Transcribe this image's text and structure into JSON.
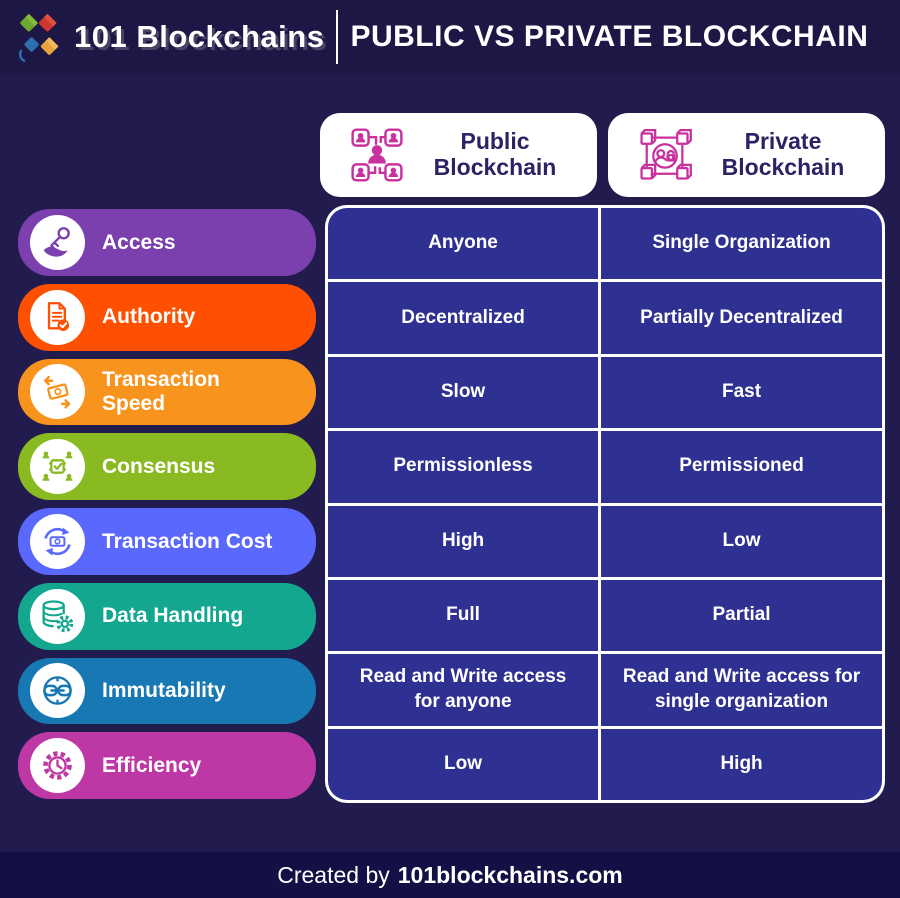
{
  "header": {
    "brand": "101 Blockchains",
    "title": "PUBLIC VS PRIVATE BLOCKCHAIN"
  },
  "columns": {
    "public": {
      "title": "Public Blockchain",
      "icon": "public-network-icon"
    },
    "private": {
      "title": "Private Blockchain",
      "icon": "private-network-lock-icon"
    }
  },
  "rows": [
    {
      "label": "Access",
      "icon": "key-in-hand-icon",
      "color": "#7b3fae",
      "public": "Anyone",
      "private": "Single Organization"
    },
    {
      "label": "Authority",
      "icon": "document-check-icon",
      "color": "#fe5000",
      "public": "Decentralized",
      "private": "Partially Decentralized"
    },
    {
      "label": "Transaction Speed",
      "icon": "money-transfer-icon",
      "color": "#f8941d",
      "public": "Slow",
      "private": "Fast"
    },
    {
      "label": "Consensus",
      "icon": "group-agree-icon",
      "color": "#8aba22",
      "public": "Permissionless",
      "private": "Permissioned"
    },
    {
      "label": "Transaction Cost",
      "icon": "money-cycle-icon",
      "color": "#5a68fd",
      "public": "High",
      "private": "Low"
    },
    {
      "label": "Data Handling",
      "icon": "database-gear-icon",
      "color": "#13a78f",
      "public": "Full",
      "private": "Partial"
    },
    {
      "label": "Immutability",
      "icon": "chain-link-icon",
      "color": "#1878b3",
      "public": "Read and Write access for anyone",
      "private": "Read and Write access for single organization"
    },
    {
      "label": "Efficiency",
      "icon": "gear-clock-icon",
      "color": "#bd38a4",
      "public": "Low",
      "private": "High"
    }
  ],
  "footer": {
    "prefix": "Created by",
    "site": "101blockchains.com"
  },
  "colors": {
    "header_bg": "#1c1745",
    "body_bg": "#221c4e",
    "footer_bg": "#141046",
    "cell_bg": "#2e3191",
    "card_text": "#2b2364",
    "accent_magenta": "#c9319f",
    "logo_green": "#6fa82f",
    "logo_red": "#d0372e",
    "logo_blue": "#2e6fb0",
    "logo_orange": "#e8a33d"
  }
}
